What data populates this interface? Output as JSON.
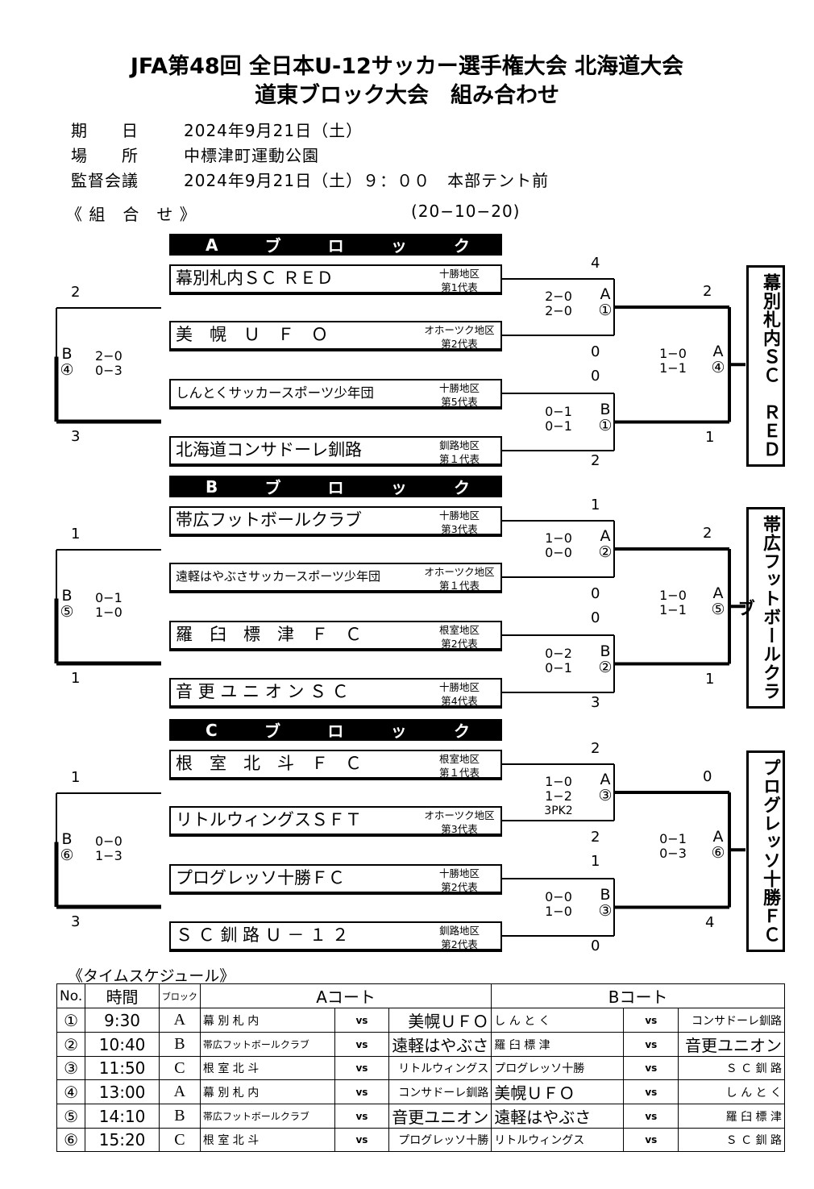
{
  "title1": "JFA第48回 全日本U-12サッカー選手権大会 北海道大会",
  "title2": "道東ブロック大会　組み合わせ",
  "info": [
    {
      "label": "期　　日",
      "value": "2024年9月21日（土）"
    },
    {
      "label": "場　　所",
      "value": "中標津町運動公園"
    },
    {
      "label": "監督会議",
      "value": "2024年9月21日（土）９：００　本部テント前"
    }
  ],
  "kumiawase_label": "《 組　合　せ 》",
  "match_format": "(20−10−20)",
  "blocks": [
    {
      "header": [
        "A",
        "ブ",
        "ロ",
        "ッ",
        "ク"
      ],
      "teams": [
        {
          "name": "幕別札内ＳＣ ＲＥＤ",
          "rep1": "十勝地区",
          "rep2": "第1代表"
        },
        {
          "name": "美　幌　Ｕ　Ｆ　Ｏ",
          "rep1": "オホーツク地区",
          "rep2": "第2代表"
        },
        {
          "name": "しんとくサッカースポーツ少年団",
          "rep1": "十勝地区",
          "rep2": "第5代表"
        },
        {
          "name": "北海道コンサドーレ釧路",
          "rep1": "釧路地区",
          "rep2": "第１代表"
        }
      ],
      "team_scores": [
        "4",
        "0",
        "0",
        "2"
      ],
      "semi1": {
        "s1": "2−0",
        "s2": "2−0",
        "label": "A",
        "num": "①"
      },
      "semi2": {
        "s1": "0−1",
        "s2": "0−1",
        "label": "B",
        "num": "①"
      },
      "final": {
        "s1": "1−0",
        "s2": "1−1",
        "label": "A",
        "num": "④",
        "top": "2",
        "bottom": "1"
      },
      "left": {
        "top": "2",
        "bottom": "3",
        "label": "B",
        "num": "④",
        "s1": "2−0",
        "s2": "0−3"
      },
      "winner": "幕別札内ＳＣ　ＲＥＤ"
    },
    {
      "header": [
        "B",
        "ブ",
        "ロ",
        "ッ",
        "ク"
      ],
      "teams": [
        {
          "name": "帯広フットボールクラブ",
          "rep1": "十勝地区",
          "rep2": "第3代表"
        },
        {
          "name": "遠軽はやぶさサッカースポーツ少年団",
          "rep1": "オホーツク地区",
          "rep2": "第１代表"
        },
        {
          "name": "羅　臼　標　津　Ｆ　Ｃ",
          "rep1": "根室地区",
          "rep2": "第2代表"
        },
        {
          "name": "音 更 ユ ニ オ ン Ｓ Ｃ",
          "rep1": "十勝地区",
          "rep2": "第4代表"
        }
      ],
      "team_scores": [
        "1",
        "0",
        "0",
        "3"
      ],
      "semi1": {
        "s1": "1−0",
        "s2": "0−0",
        "label": "A",
        "num": "②"
      },
      "semi2": {
        "s1": "0−2",
        "s2": "0−1",
        "label": "B",
        "num": "②"
      },
      "final": {
        "s1": "1−0",
        "s2": "1−1",
        "label": "A",
        "num": "⑤",
        "top": "2",
        "bottom": "1"
      },
      "left": {
        "top": "1",
        "bottom": "1",
        "label": "B",
        "num": "⑤",
        "s1": "0−1",
        "s2": "1−0"
      },
      "winner": "帯広フットボールクラブ"
    },
    {
      "header": [
        "C",
        "ブ",
        "ロ",
        "ッ",
        "ク"
      ],
      "teams": [
        {
          "name": "根　室　北　斗　Ｆ　Ｃ",
          "rep1": "根室地区",
          "rep2": "第１代表"
        },
        {
          "name": "リトルウィングスＳＦＴ",
          "rep1": "オホーツク地区",
          "rep2": "第3代表"
        },
        {
          "name": "プログレッソ十勝ＦＣ",
          "rep1": "十勝地区",
          "rep2": "第2代表"
        },
        {
          "name": "Ｓ Ｃ 釧 路 Ｕ － １ ２",
          "rep1": "釧路地区",
          "rep2": "第2代表"
        }
      ],
      "team_scores": [
        "2",
        "2",
        "1",
        "0"
      ],
      "semi1": {
        "s1": "1−0",
        "s2": "1−2",
        "s3": "3PK2",
        "label": "A",
        "num": "③"
      },
      "semi2": {
        "s1": "0−0",
        "s2": "1−0",
        "label": "B",
        "num": "③"
      },
      "final": {
        "s1": "0−1",
        "s2": "0−3",
        "label": "A",
        "num": "⑥",
        "top": "0",
        "bottom": "4"
      },
      "left": {
        "top": "1",
        "bottom": "3",
        "label": "B",
        "num": "⑥",
        "s1": "0−0",
        "s2": "1−3"
      },
      "winner": "プログレッソ十勝ＦＣ"
    }
  ],
  "schedule_title": "《タイムスケジュール》",
  "schedule_headers": {
    "no": "No.",
    "time": "時間",
    "block": "ブロック",
    "a_court": "Aコート",
    "b_court": "Bコート"
  },
  "vs": "vs",
  "schedule": [
    {
      "no": "①",
      "time": "9:30",
      "block": "A",
      "a_home": "幕 別 札 内",
      "a_away": "美幌ＵＦＯ",
      "b_home": "し ん と く",
      "b_away": "コンサドーレ釧路"
    },
    {
      "no": "②",
      "time": "10:40",
      "block": "B",
      "a_home": "帯広フットボールクラブ",
      "a_away": "遠軽はやぶさ",
      "b_home": "羅 臼 標 津",
      "b_away": "音更ユニオン"
    },
    {
      "no": "③",
      "time": "11:50",
      "block": "C",
      "a_home": "根 室 北 斗",
      "a_away": "リトルウィングス",
      "b_home": "プログレッソ十勝",
      "b_away": "Ｓ Ｃ 釧 路"
    },
    {
      "no": "④",
      "time": "13:00",
      "block": "A",
      "a_home": "幕 別 札 内",
      "a_away": "コンサドーレ釧路",
      "b_home": "美幌ＵＦＯ",
      "b_away": "し ん と く"
    },
    {
      "no": "⑤",
      "time": "14:10",
      "block": "B",
      "a_home": "帯広フットボールクラブ",
      "a_away": "音更ユニオン",
      "b_home": "遠軽はやぶさ",
      "b_away": "羅 臼 標 津"
    },
    {
      "no": "⑥",
      "time": "15:20",
      "block": "C",
      "a_home": "根 室 北 斗",
      "a_away": "プログレッソ十勝",
      "b_home": "リトルウィングス",
      "b_away": "Ｓ Ｃ 釧 路"
    }
  ]
}
